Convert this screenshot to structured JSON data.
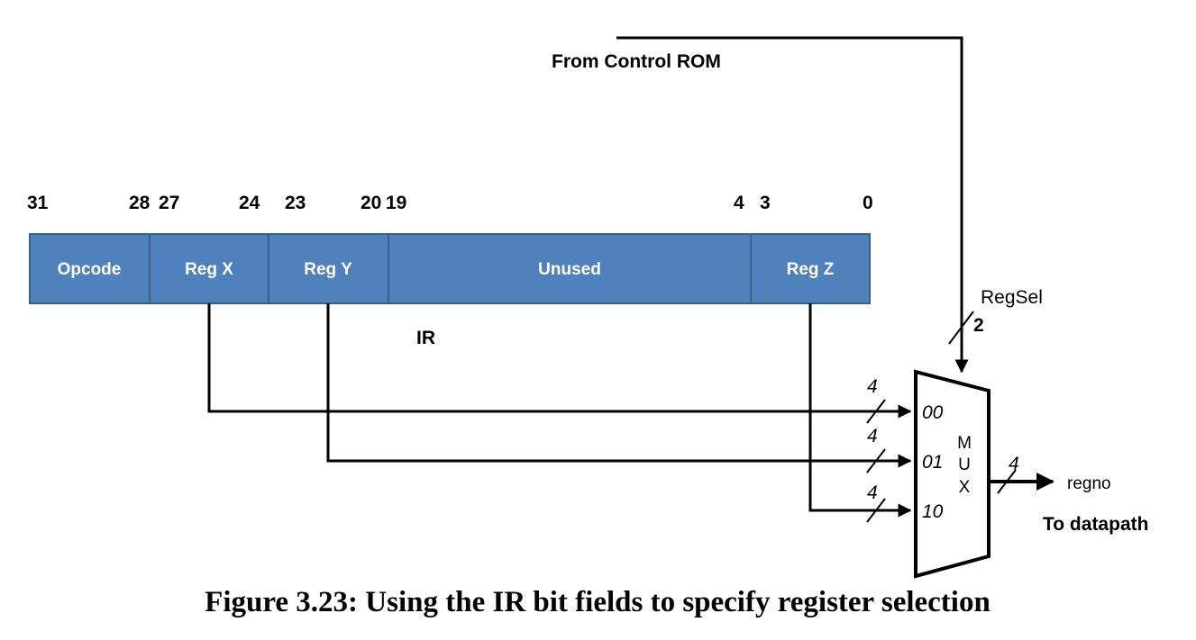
{
  "control_label": "From Control ROM",
  "bit_numbers": [
    "31",
    "28",
    "27",
    "24",
    "23",
    "20",
    "19",
    "4",
    "3",
    "0"
  ],
  "fields": {
    "opcode": "Opcode",
    "reg_x": "Reg X",
    "reg_y": "Reg Y",
    "unused": "Unused",
    "reg_z": "Reg Z"
  },
  "register_label": "IR",
  "regsel": {
    "name": "RegSel",
    "width": "2"
  },
  "bus_width": "4",
  "mux": {
    "letters": [
      "M",
      "U",
      "X"
    ],
    "inputs": [
      "00",
      "01",
      "10"
    ]
  },
  "output": {
    "name": "regno",
    "destination": "To datapath"
  },
  "caption": "Figure 3.23: Using the IR bit fields to specify register selection",
  "colors": {
    "field_fill": "#4f81bd",
    "field_border": "#3a6090",
    "field_text": "#ffffff",
    "line": "#000000"
  }
}
